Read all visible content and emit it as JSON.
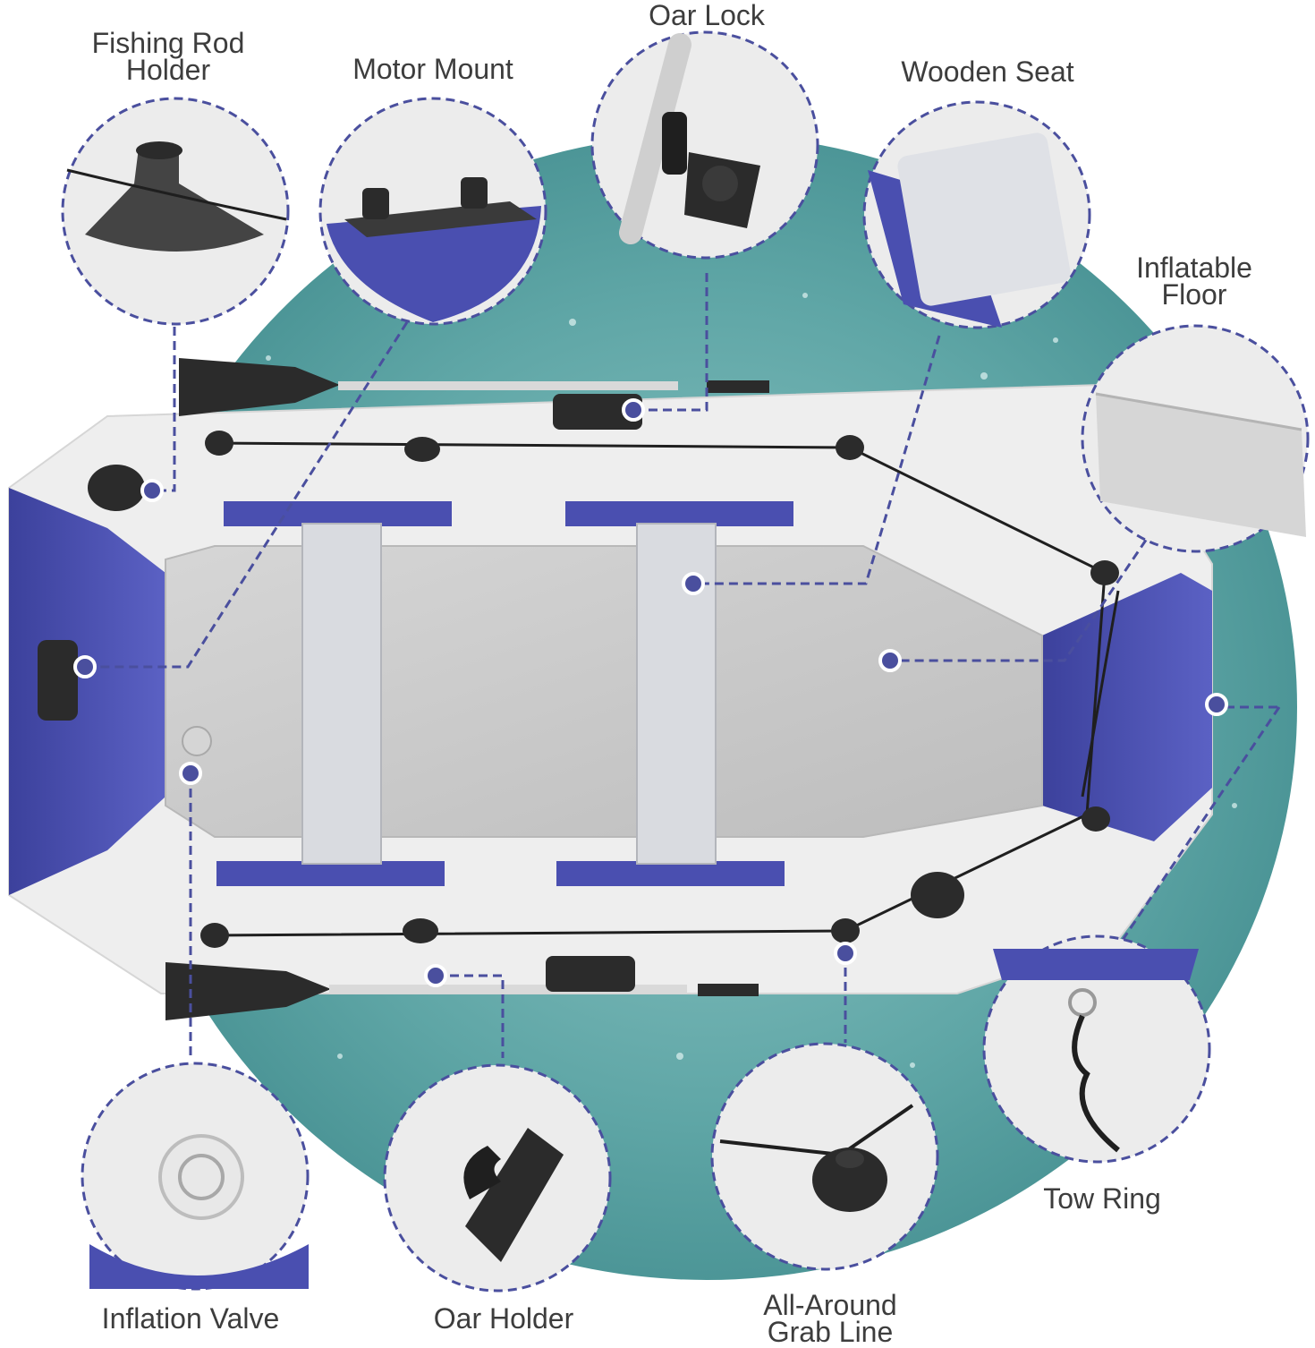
{
  "colors": {
    "water": "#5fa6a6",
    "water_light": "#8fc7c6",
    "hull_white": "#eeeeee",
    "hull_blue": "#4a4fb0",
    "floor_gray": "#c9c9c9",
    "dash": "#4a4f9e",
    "label_text": "#3d3d3d"
  },
  "callouts": [
    {
      "id": "fishing-rod-holder",
      "lines": [
        "Fishing Rod",
        "Holder"
      ],
      "icon": "rod-holder-icon"
    },
    {
      "id": "motor-mount",
      "lines": [
        "Motor Mount"
      ],
      "icon": "motor-mount-icon"
    },
    {
      "id": "oar-lock",
      "lines": [
        "Oar Lock"
      ],
      "icon": "oar-lock-icon"
    },
    {
      "id": "wooden-seat",
      "lines": [
        "Wooden Seat"
      ],
      "icon": "seat-icon"
    },
    {
      "id": "inflatable-floor",
      "lines": [
        "Inflatable",
        "Floor"
      ],
      "icon": "floor-icon"
    },
    {
      "id": "tow-ring",
      "lines": [
        "Tow Ring"
      ],
      "icon": "tow-ring-icon"
    },
    {
      "id": "all-around-grab-line",
      "lines": [
        "All-Around",
        "Grab Line"
      ],
      "icon": "grab-line-icon"
    },
    {
      "id": "oar-holder",
      "lines": [
        "Oar Holder"
      ],
      "icon": "oar-holder-icon"
    },
    {
      "id": "inflation-valve",
      "lines": [
        "Inflation Valve"
      ],
      "icon": "valve-icon"
    }
  ]
}
